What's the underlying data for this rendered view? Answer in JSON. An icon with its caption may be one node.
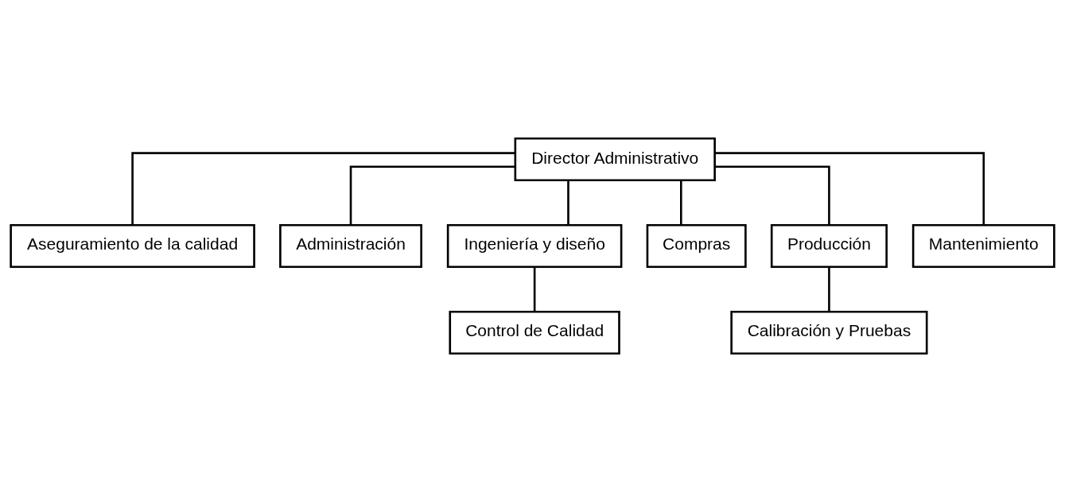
{
  "diagram": {
    "nodes": [
      {
        "text": [
          "Director Administrativo"
        ]
      },
      {
        "text": [
          "Aseguramiento de la calidad"
        ]
      },
      {
        "text": [
          "Administración"
        ]
      },
      {
        "text": [
          "Ingeniería y diseño"
        ]
      },
      {
        "text": [
          "Compras"
        ]
      },
      {
        "text": [
          "Producción"
        ]
      },
      {
        "text": [
          "Mantenimiento"
        ]
      },
      {
        "text": [
          "Control de Calidad"
        ]
      },
      {
        "text": [
          "Calibración y Pruebas"
        ]
      }
    ],
    "edges": [
      {
        "from": 0,
        "to": 1,
        "arrow": "none"
      },
      {
        "from": 0,
        "to": 2,
        "arrow": "none"
      },
      {
        "from": 0,
        "to": 3,
        "arrow": "none"
      },
      {
        "from": 0,
        "to": 4,
        "arrow": "none"
      },
      {
        "from": 0,
        "to": 5,
        "arrow": "none"
      },
      {
        "from": 0,
        "to": 6,
        "arrow": "none"
      },
      {
        "from": 3,
        "to": 7,
        "arrow": "none"
      },
      {
        "from": 5,
        "to": 8,
        "arrow": "none"
      }
    ]
  }
}
